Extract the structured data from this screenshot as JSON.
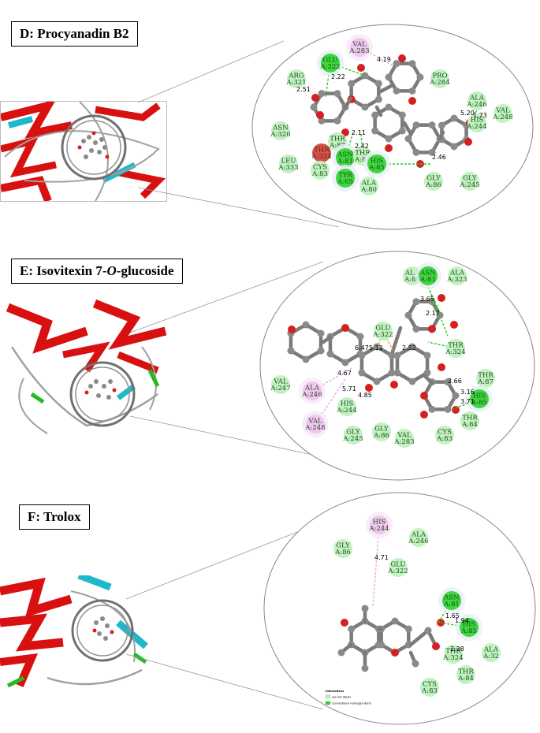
{
  "panels": [
    {
      "id": "D",
      "title": "D: Procyanadin B2",
      "residues": [
        {
          "name": "VAL",
          "num": "A:283",
          "type": "pi"
        },
        {
          "name": "GLU",
          "num": "A:322",
          "type": "hbond"
        },
        {
          "name": "ARG",
          "num": "A:321",
          "type": "vdw"
        },
        {
          "name": "PRO",
          "num": "A:284",
          "type": "vdw"
        },
        {
          "name": "ALA",
          "num": "A:246",
          "type": "vdw"
        },
        {
          "name": "VAL",
          "num": "A:248",
          "type": "vdw"
        },
        {
          "name": "HIS",
          "num": "A:244",
          "type": "vdw"
        },
        {
          "name": "ASN",
          "num": "A:320",
          "type": "vdw"
        },
        {
          "name": "THR",
          "num": "A:87",
          "type": "vdw"
        },
        {
          "name": "THR",
          "num": "A:324",
          "type": "bump"
        },
        {
          "name": "ASN",
          "num": "A:81",
          "type": "hbond"
        },
        {
          "name": "THR",
          "num": "A:84",
          "type": "vdw"
        },
        {
          "name": "LEU",
          "num": "A:333",
          "type": "vdw"
        },
        {
          "name": "CYS",
          "num": "A:83",
          "type": "vdw"
        },
        {
          "name": "TYR",
          "num": "A:65",
          "type": "hbond"
        },
        {
          "name": "HIS",
          "num": "A:85",
          "type": "hbond"
        },
        {
          "name": "ALA",
          "num": "A:80",
          "type": "vdw"
        },
        {
          "name": "GLY",
          "num": "A:86",
          "type": "vdw"
        },
        {
          "name": "GLY",
          "num": "A:245",
          "type": "vdw"
        }
      ],
      "distances": [
        "4.19",
        "2.22",
        "2.51",
        "5.20",
        "1.73",
        "2.11",
        "2.42",
        "2.46"
      ]
    },
    {
      "id": "E",
      "title_prefix": "E: Isovitexin 7-",
      "title_italic": "O",
      "title_suffix": "-glucoside",
      "residues": [
        {
          "name": "ALA",
          "num": "A:80",
          "type": "vdw"
        },
        {
          "name": "ASN",
          "num": "A:81",
          "type": "hbond"
        },
        {
          "name": "ALA",
          "num": "A:323",
          "type": "vdw"
        },
        {
          "name": "GLU",
          "num": "A:322",
          "type": "vdw"
        },
        {
          "name": "THR",
          "num": "A:324",
          "type": "vdw"
        },
        {
          "name": "THR",
          "num": "A:87",
          "type": "vdw"
        },
        {
          "name": "HIS",
          "num": "A:85",
          "type": "hbond"
        },
        {
          "name": "THR",
          "num": "A:84",
          "type": "vdw"
        },
        {
          "name": "VAL",
          "num": "A:247",
          "type": "vdw"
        },
        {
          "name": "ALA",
          "num": "A:246",
          "type": "pi"
        },
        {
          "name": "HIS",
          "num": "A:244",
          "type": "vdw"
        },
        {
          "name": "VAL",
          "num": "A:248",
          "type": "pi"
        },
        {
          "name": "GLY",
          "num": "A:245",
          "type": "vdw"
        },
        {
          "name": "GLY",
          "num": "A:86",
          "type": "vdw"
        },
        {
          "name": "VAL",
          "num": "A:283",
          "type": "vdw"
        },
        {
          "name": "CYS",
          "num": "A:83",
          "type": "vdw"
        }
      ],
      "distances": [
        "3.65",
        "2.17",
        "6.47",
        "5.12",
        "2.52",
        "4.67",
        "5.71",
        "4.85",
        "2.66",
        "3.16",
        "3.71"
      ]
    },
    {
      "id": "F",
      "title": "F: Trolox",
      "residues": [
        {
          "name": "HIS",
          "num": "A:244",
          "type": "pi"
        },
        {
          "name": "GLY",
          "num": "A:86",
          "type": "vdw"
        },
        {
          "name": "ALA",
          "num": "A:246",
          "type": "vdw"
        },
        {
          "name": "GLU",
          "num": "A:322",
          "type": "vdw"
        },
        {
          "name": "ASN",
          "num": "A:81",
          "type": "hbond"
        },
        {
          "name": "HIS",
          "num": "A:85",
          "type": "hbond"
        },
        {
          "name": "THR",
          "num": "A:324",
          "type": "vdw"
        },
        {
          "name": "ALA",
          "num": "A:32",
          "type": "vdw"
        },
        {
          "name": "THR",
          "num": "A:84",
          "type": "vdw"
        },
        {
          "name": "CYS",
          "num": "A:83",
          "type": "vdw"
        }
      ],
      "distances": [
        "4.71",
        "1.65",
        "1.94",
        "2.28"
      ],
      "legend": {
        "title": "Interactions",
        "items": [
          {
            "label": "van der Waals",
            "color": "#c8f0c8"
          },
          {
            "label": "Conventional Hydrogen Bond",
            "color": "#22dd22"
          }
        ]
      }
    }
  ],
  "colors": {
    "vdw": "#c2f2c2",
    "hbond": "#3ed83e",
    "pi": "#f2c6f2",
    "bump": "#e04a4a",
    "atomC": "#8a8a8a",
    "atomO": "#d42020",
    "helix": "#d81010",
    "sheet": "#1fb8c8",
    "coil": "#a0a0a0",
    "turn": "#22bb22"
  }
}
